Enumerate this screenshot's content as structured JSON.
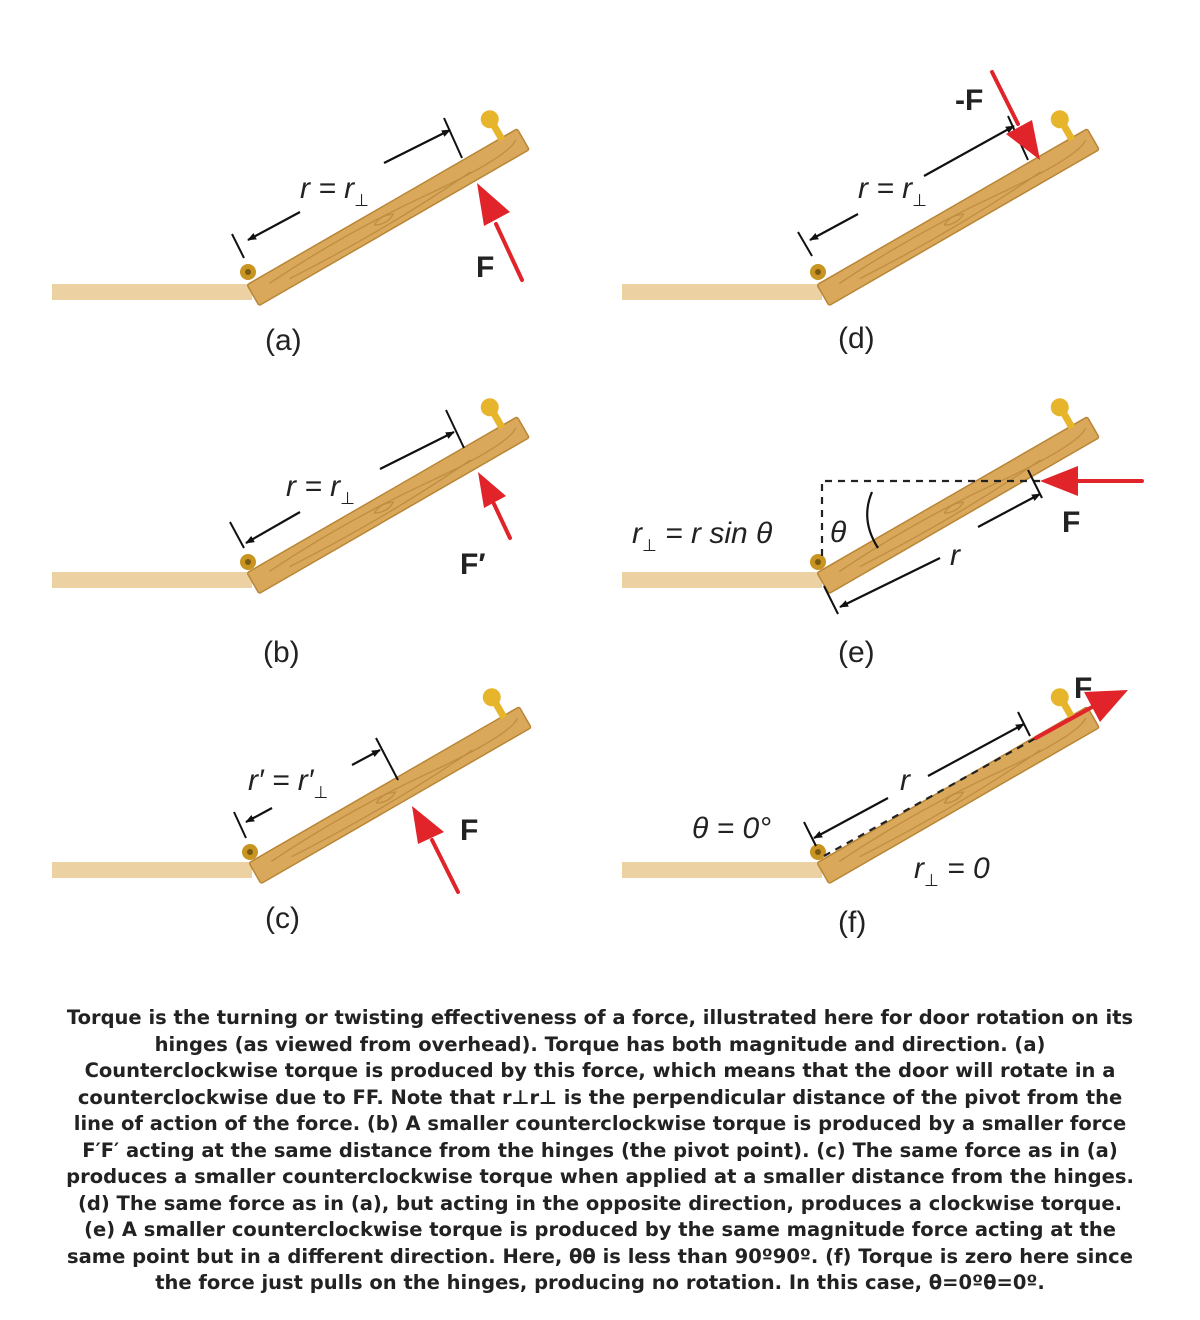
{
  "colors": {
    "wood": "#d9a85a",
    "wood_dark": "#b98536",
    "wood_grain": "#c08d42",
    "floor": "#ecd2a2",
    "force_arrow": "#e0242a",
    "hinge": "#c89422",
    "knob": "#e7b52c"
  },
  "icons": {
    "hinge": "hinge-icon",
    "door_knob": "door-knob-icon"
  },
  "panels": [
    {
      "id": "a",
      "label": "(a)",
      "r_label": "r = r",
      "r_sub": "⊥",
      "force_label": "F"
    },
    {
      "id": "b",
      "label": "(b)",
      "r_label": "r = r",
      "r_sub": "⊥",
      "force_label": "F′"
    },
    {
      "id": "c",
      "label": "(c)",
      "r_label": "r′ = r′",
      "r_sub": "⊥",
      "force_label": "F"
    },
    {
      "id": "d",
      "label": "(d)",
      "r_label": "r = r",
      "r_sub": "⊥",
      "force_label": "-F"
    },
    {
      "id": "e",
      "label": "(e)",
      "r_label": "r",
      "force_label": "F",
      "angle_label": "θ",
      "rperp_label": "r",
      "rperp_sub": "⊥",
      "rperp_rest": " = r sin θ"
    },
    {
      "id": "f",
      "label": "(f)",
      "r_label": "r",
      "force_label": "F",
      "angle_label": "θ = 0°",
      "rperp_label": "r",
      "rperp_sub": "⊥",
      "rperp_rest": " = 0"
    }
  ],
  "caption": "Torque is the turning or twisting effectiveness of a force, illustrated here for door rotation on its hinges (as viewed from overhead). Torque has both magnitude and direction. (a) Counterclockwise torque is produced by this force, which means that the door will rotate in a counterclockwise due to FF. Note that r⊥r⊥ is the perpendicular distance of the pivot from the line of action of the force. (b) A smaller counterclockwise torque is produced by a smaller force F′F′ acting at the same distance from the hinges (the pivot point). (c) The same force as in (a) produces a smaller counterclockwise torque when applied at a smaller distance from the hinges. (d) The same force as in (a), but acting in the opposite direction, produces a clockwise torque. (e) A smaller counterclockwise torque is produced by the same magnitude force acting at the same point but in a different direction. Here, θθ is less than 90º90º. (f) Torque is zero here since the force just pulls on the hinges, producing no rotation. In this case, θ=0ºθ=0º."
}
